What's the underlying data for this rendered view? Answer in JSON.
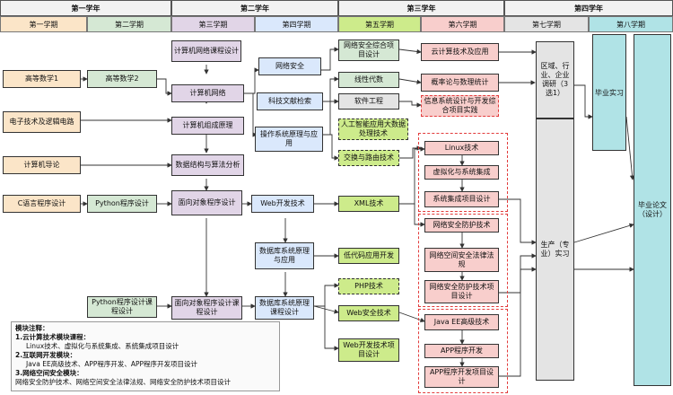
{
  "years": [
    "第一学年",
    "第二学年",
    "第三学年",
    "第四学年"
  ],
  "semesters": [
    "第一学期",
    "第二学期",
    "第三学期",
    "第四学期",
    "第五学期",
    "第六学期",
    "第七学期",
    "第八学期"
  ],
  "courses": {
    "math1": "高等数学1",
    "math2": "高等数学2",
    "elec": "电子技术及逻辑电路",
    "intro": "计算机导论",
    "clang": "C语言程序设计",
    "python": "Python程序设计",
    "python_proj": "Python程序设计课程设计",
    "net_proj": "计算机网络课程设计",
    "net": "计算机网络",
    "organ": "计算机组成原理",
    "ds": "数据结构与算法分析",
    "oop": "面向对象程序设计",
    "oop_proj": "面向对象程序设计课程设计",
    "netsec": "网络安全",
    "sci": "科技文献检索",
    "os": "操作系统原理与应用",
    "web": "Web开发技术",
    "db": "数据库系统原理与应用",
    "db_proj": "数据库系统原理课程设计",
    "netsec_proj": "网络安全综合项目设计",
    "linalg": "线性代数",
    "se": "软件工程",
    "ai": "人工智能应用大数据处理技术",
    "switch": "交换与路由技术",
    "xml": "XML技术",
    "lowcode": "低代码应用开发",
    "php": "PHP技术",
    "websec": "Web安全技术",
    "web_proj": "Web开发技术项目设计",
    "cloud": "云计算技术及应用",
    "prob": "概率论与数理统计",
    "isproj": "信息系统设计与开发综合项目实践",
    "linux": "Linux技术",
    "virt": "虚拟化与系统集成",
    "sysint": "系统集成项目设计",
    "netdef": "网络安全防护技术",
    "cyberlaw": "网络空间安全法律法规",
    "netdef_proj": "网络安全防护技术项目设计",
    "javaee": "Java EE高级技术",
    "app": "APP程序开发",
    "app_proj": "APP程序开发项目设计",
    "regional": "区域、行业、企业调研（3选1）",
    "intern": "毕业实习",
    "production": "生产（专业）实习",
    "thesis": "毕业论文（设计）"
  },
  "notes": {
    "title": "模块注释：",
    "m1": "1.云计算技术模块课程：",
    "m1d": "Linux技术、虚拟化与系统集成、系统集成项目设计",
    "m2": "2.互联网开发模块：",
    "m2d": "Java EE高级技术、APP程序开发、APP程序开发项目设计",
    "m3": "3.网络空间安全模块：",
    "m3d": "网络安全防护技术、网络空间安全法律法规、网络安全防护技术项目设计"
  }
}
